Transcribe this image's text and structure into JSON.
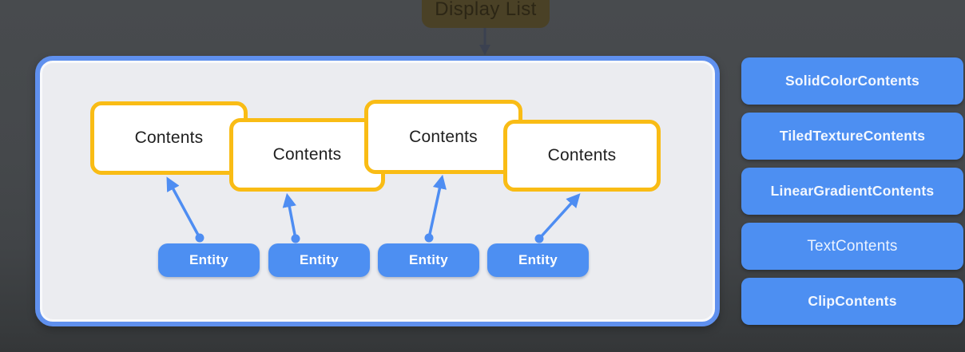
{
  "display_list": {
    "label": "Display List"
  },
  "canvas": {
    "contents": [
      {
        "label": "Contents"
      },
      {
        "label": "Contents"
      },
      {
        "label": "Contents"
      },
      {
        "label": "Contents"
      }
    ],
    "entities": [
      {
        "label": "Entity"
      },
      {
        "label": "Entity"
      },
      {
        "label": "Entity"
      },
      {
        "label": "Entity"
      }
    ]
  },
  "sidebar": {
    "items": [
      {
        "label": "SolidColorContents"
      },
      {
        "label": "TiledTextureContents"
      },
      {
        "label": "LinearGradientContents"
      },
      {
        "label": "TextContents"
      },
      {
        "label": "ClipContents"
      }
    ]
  },
  "colors": {
    "accent_blue": "#4d8ff2",
    "accent_yellow": "#f9bc15",
    "container_border": "#5f90ee",
    "container_fill": "#ebecf0",
    "arrow_blue": "#4e8df2",
    "display_list_fill": "#4a4126",
    "display_list_text": "#2c2615",
    "down_arrow": "#3b4150",
    "background_top": "#484b4e",
    "background_bottom": "#343638"
  }
}
